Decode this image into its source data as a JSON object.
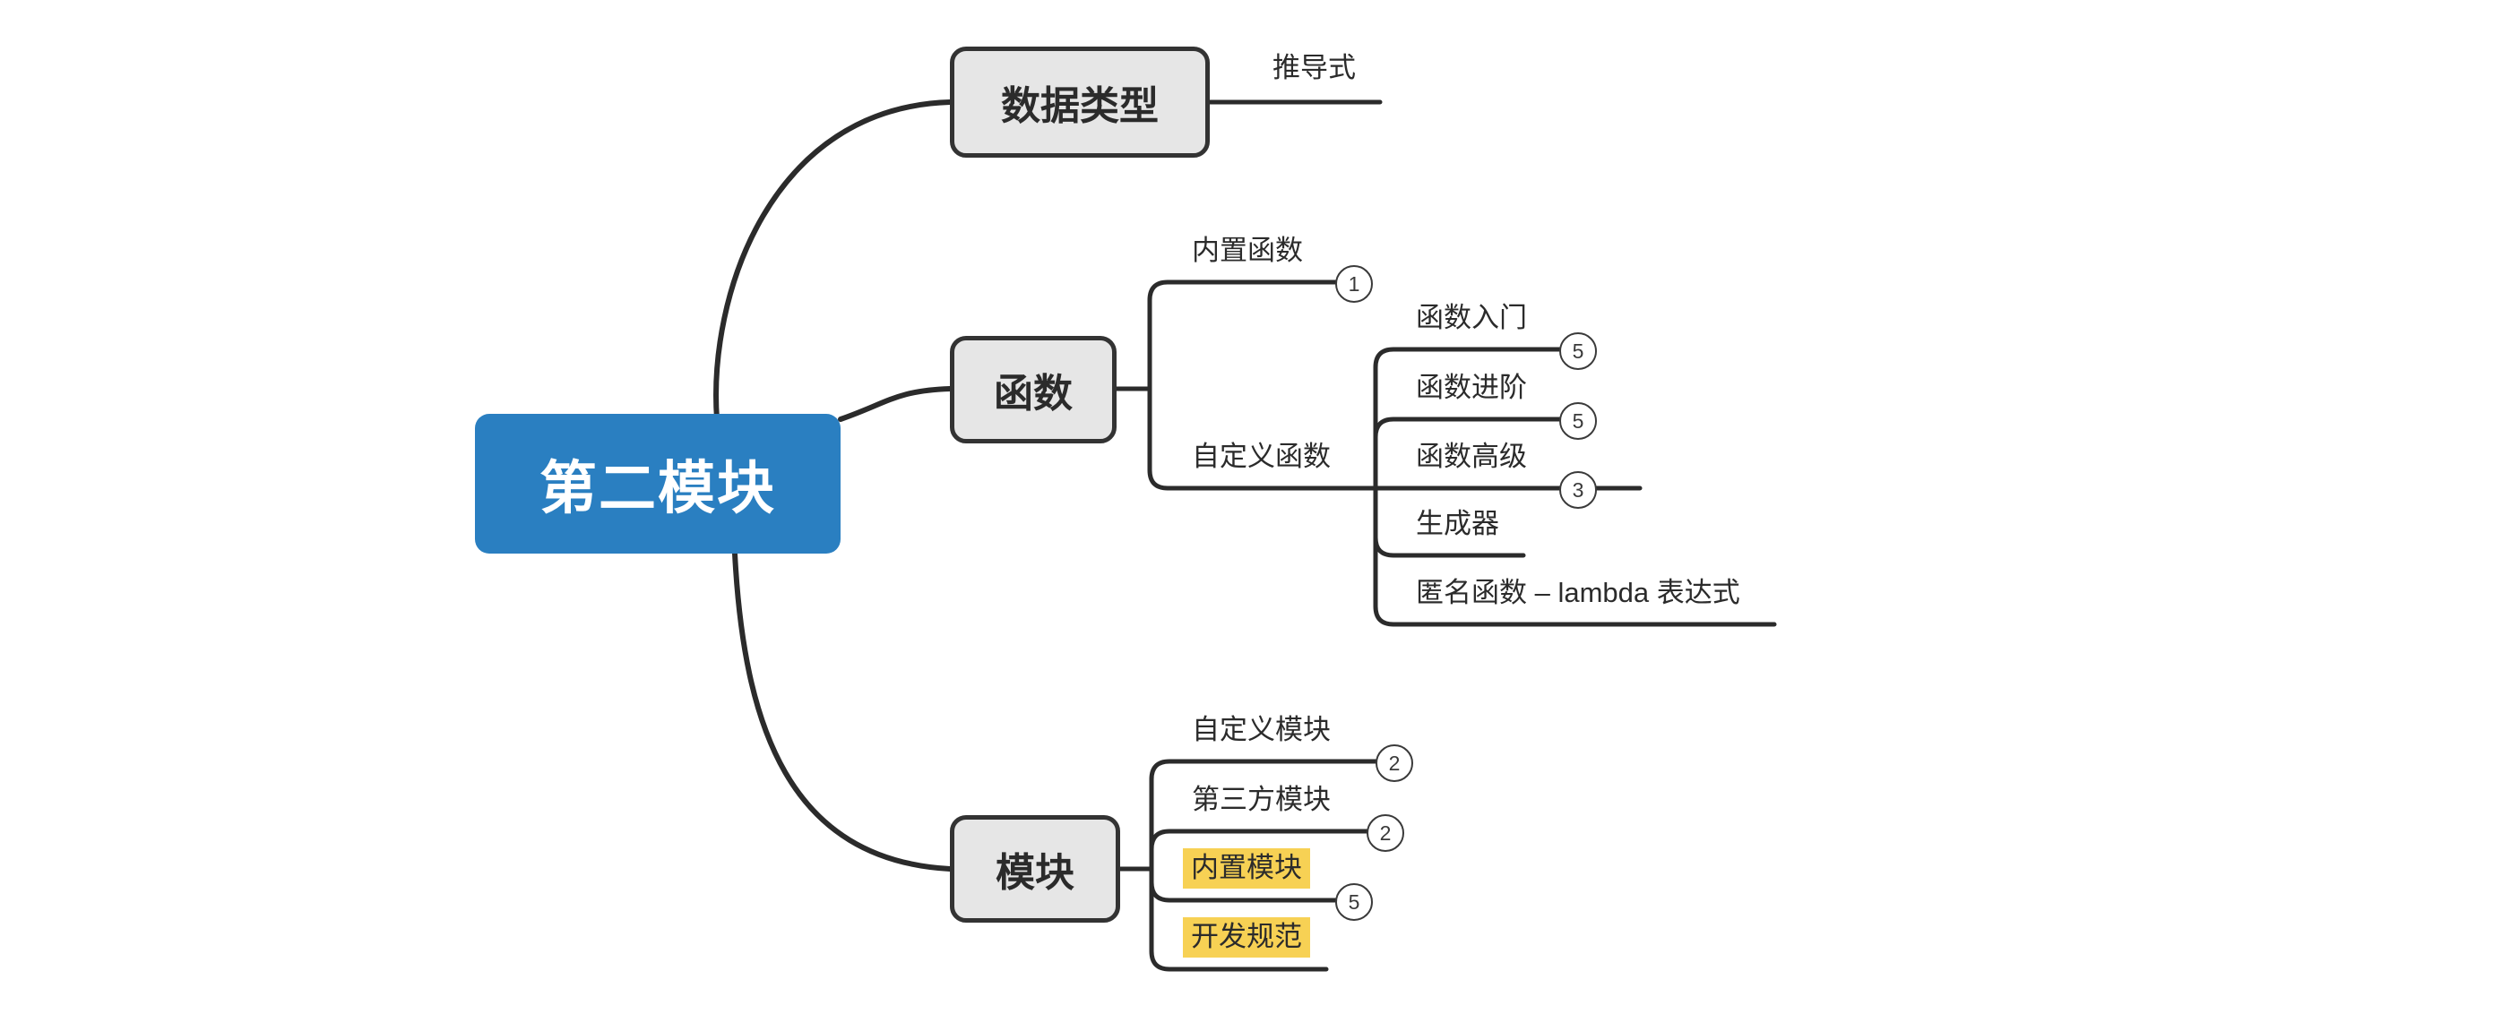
{
  "title": "第二模块",
  "colors": {
    "root_fill": "#2a7fc1",
    "root_text": "#ffffff",
    "branch_fill": "#e6e6e6",
    "branch_stroke": "#333333",
    "highlight": "#f7d154",
    "line": "#2b2b2b",
    "background": "#ffffff"
  },
  "root": {
    "label": "第二模块"
  },
  "branches": [
    {
      "id": "data-types",
      "label": "数据类型",
      "children": [
        {
          "label": "推导式",
          "badge": null,
          "highlight": false
        }
      ]
    },
    {
      "id": "functions",
      "label": "函数",
      "children": [
        {
          "label": "内置函数",
          "badge": "1",
          "highlight": false
        },
        {
          "label": "自定义函数",
          "badge": null,
          "highlight": false,
          "children": [
            {
              "label": "函数入门",
              "badge": "5",
              "highlight": false
            },
            {
              "label": "函数进阶",
              "badge": "5",
              "highlight": false
            },
            {
              "label": "函数高级",
              "badge": "3",
              "highlight": false
            },
            {
              "label": "生成器",
              "badge": null,
              "highlight": false
            },
            {
              "label": "匿名函数 – lambda 表达式",
              "badge": null,
              "highlight": false
            }
          ]
        }
      ]
    },
    {
      "id": "modules",
      "label": "模块",
      "children": [
        {
          "label": "自定义模块",
          "badge": "2",
          "highlight": false
        },
        {
          "label": "第三方模块",
          "badge": "2",
          "highlight": false
        },
        {
          "label": "内置模块",
          "badge": "5",
          "highlight": true
        },
        {
          "label": "开发规范",
          "badge": null,
          "highlight": true
        }
      ]
    }
  ]
}
